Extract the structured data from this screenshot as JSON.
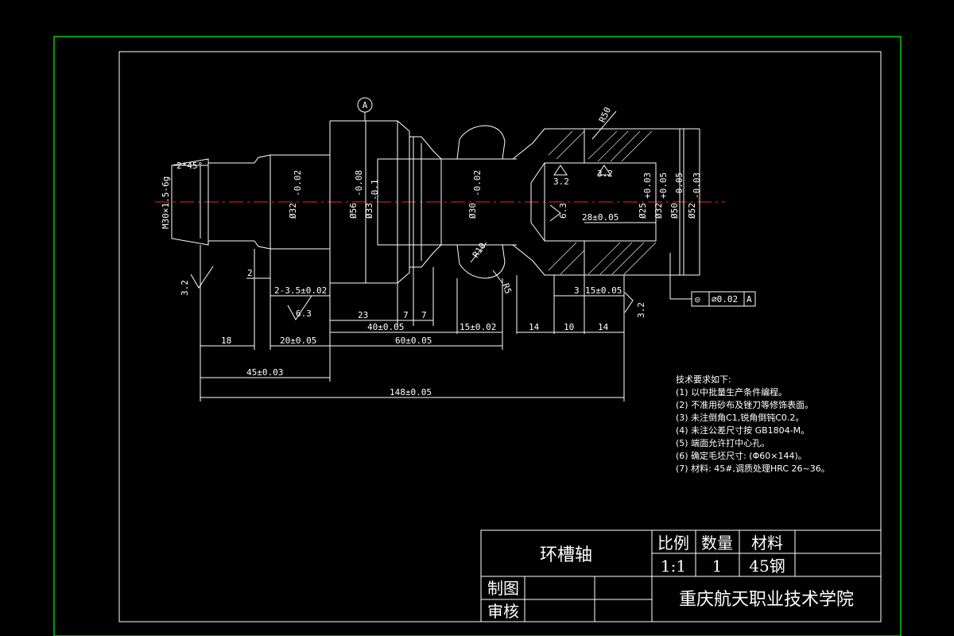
{
  "title_block": {
    "part_name": "环槽轴",
    "scale_label": "比例",
    "quantity_label": "数量",
    "material_label": "材料",
    "scale_value": "1:1",
    "quantity_value": "1",
    "material_value": "45钢",
    "drawn_label": "制图",
    "checked_label": "审核",
    "school": "重庆航天职业技术学院"
  },
  "datum": "A",
  "diameters": {
    "thread": "M30×1.5-6g",
    "d1": "Ø32",
    "d1_tol": "-0.02",
    "d2": "Ø56",
    "d2_tol": "-0.08",
    "d2b": "Ø33",
    "d2b_tol": "-0.1",
    "d3": "Ø30",
    "d3_tol": "-0.02",
    "d4": "Ø25",
    "d4_tol": "+0.03",
    "d5": "Ø32",
    "d5_tol": "+0.05",
    "d6": "Ø50",
    "d6_tol": "-0.05",
    "d7": "Ø52",
    "d7_tol": "-0.03"
  },
  "dims": {
    "chamfer": "2*45°",
    "d_2": "2",
    "groove": "2-3.5±0.02",
    "d_23": "23",
    "d_7a": "7",
    "d_7b": "7",
    "d_40": "40±0.05",
    "d_60": "60±0.05",
    "d_18": "18",
    "d_20": "20±0.05",
    "d_45": "45±0.03",
    "d_148": "148±0.05",
    "d_15a": "15±0.02",
    "d_14a": "14",
    "d_10": "10",
    "d_14b": "14",
    "d_3": "3",
    "d_15b": "15±0.05",
    "d_28": "28±0.05",
    "r50": "R50",
    "r10": "R10",
    "r5": "R5"
  },
  "roughness": {
    "ra_left": "3.2",
    "ra_groove": "6.3",
    "ra_right": "3.2",
    "ra_bore1": "3.2",
    "ra_bore2": "3.2",
    "ra_bore3": "6.3"
  },
  "tolerance_frame": {
    "symbol": "◎",
    "value": "∅0.02",
    "datum": "A"
  },
  "notes": {
    "heading": "技术要求如下:",
    "items": [
      "(1) 以中批量生产条件编程。",
      "(2) 不准用砂布及锉刀等修饰表面。",
      "(3) 未注倒角C1,锐角倒钝C0.2。",
      "(4) 未注公差尺寸按 GB1804-M。",
      "(5) 端面允许打中心孔。",
      "(6)  确定毛坯尺寸: (Φ60×144)。",
      "(7) 材料: 45#,调质处理HRC 26~36。"
    ]
  },
  "colors": {
    "background": "#000000",
    "outer_border": "#00ff00",
    "lines": "#ffffff",
    "centerline": "#ff2020"
  }
}
